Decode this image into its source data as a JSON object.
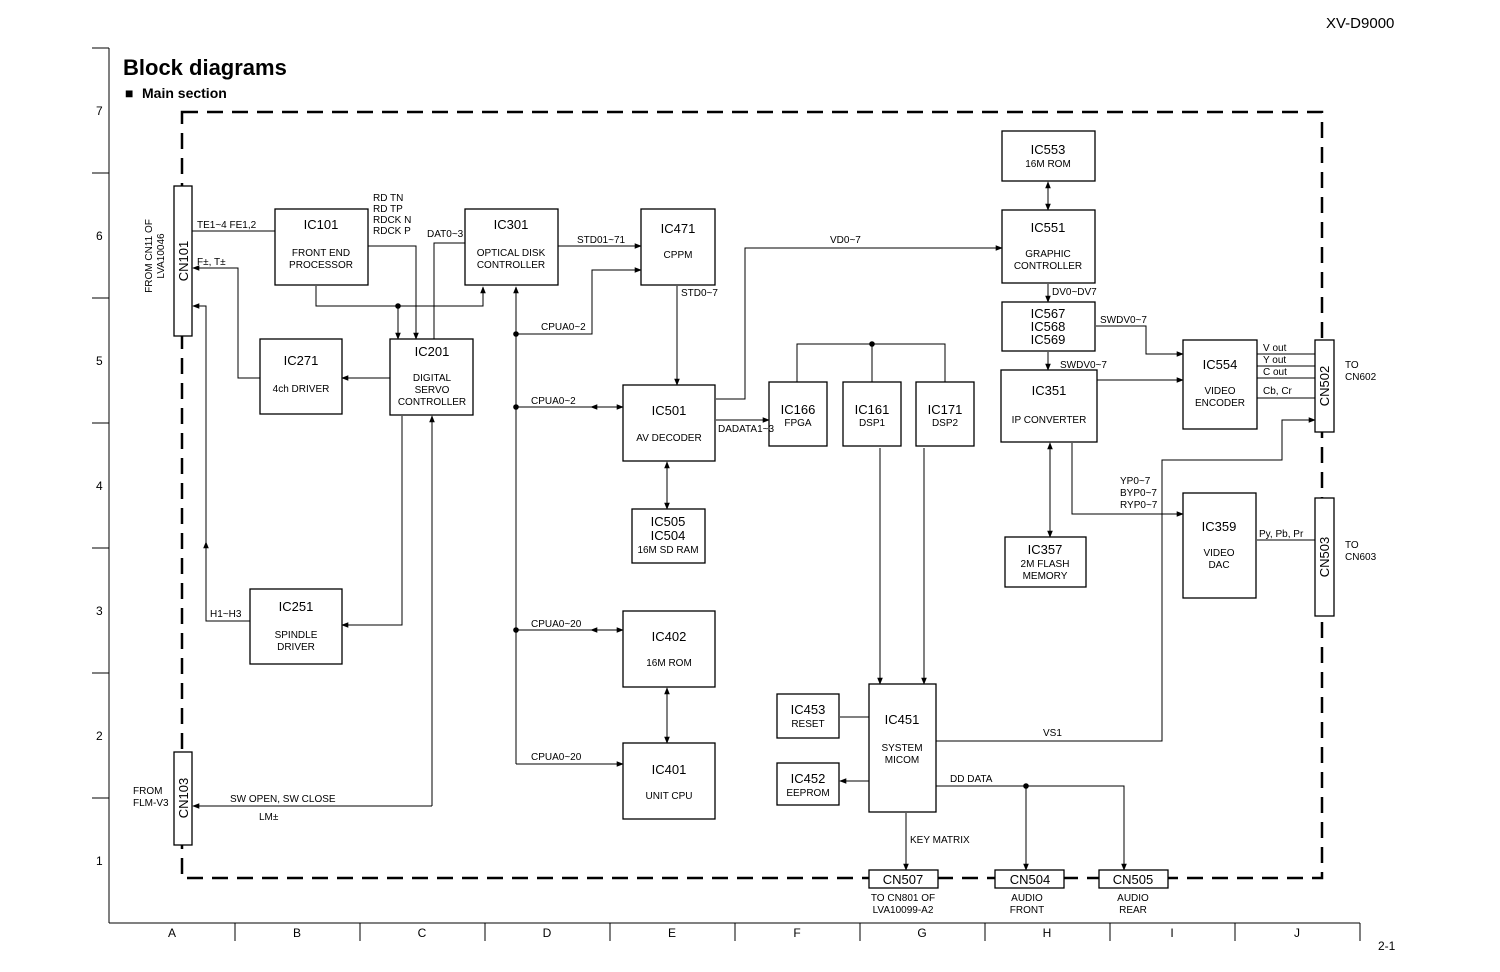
{
  "header": {
    "model": "XV-D9000",
    "title": "Block diagrams",
    "section_marker": "■",
    "section": "Main section",
    "page_number": "2-1"
  },
  "grid": {
    "rows": [
      "7",
      "6",
      "5",
      "4",
      "3",
      "2",
      "1"
    ],
    "cols": [
      "A",
      "B",
      "C",
      "D",
      "E",
      "F",
      "G",
      "H",
      "I",
      "J"
    ]
  },
  "blocks": {
    "ic101": [
      "IC101",
      "FRONT END",
      "PROCESSOR"
    ],
    "ic301": [
      "IC301",
      "OPTICAL DISK",
      "CONTROLLER"
    ],
    "ic471": [
      "IC471",
      "CPPM"
    ],
    "ic553": [
      "IC553",
      "16M ROM"
    ],
    "ic551": [
      "IC551",
      "GRAPHIC",
      "CONTROLLER"
    ],
    "ic567": [
      "IC567",
      "IC568",
      "IC569"
    ],
    "ic271": [
      "IC271",
      "4ch DRIVER"
    ],
    "ic201": [
      "IC201",
      "DIGITAL",
      "SERVO",
      "CONTROLLER"
    ],
    "ic501": [
      "IC501",
      "AV DECODER"
    ],
    "ic166": [
      "IC166",
      "FPGA"
    ],
    "ic161": [
      "IC161",
      "DSP1"
    ],
    "ic171": [
      "IC171",
      "DSP2"
    ],
    "ic351": [
      "IC351",
      "IP CONVERTER"
    ],
    "ic554": [
      "IC554",
      "VIDEO",
      "ENCODER"
    ],
    "ic505": [
      "IC505",
      "IC504",
      "16M SD RAM"
    ],
    "ic357": [
      "IC357",
      "2M FLASH",
      "MEMORY"
    ],
    "ic359": [
      "IC359",
      "VIDEO",
      "DAC"
    ],
    "ic251": [
      "IC251",
      "SPINDLE",
      "DRIVER"
    ],
    "ic402": [
      "IC402",
      "16M ROM"
    ],
    "ic453": [
      "IC453",
      "RESET"
    ],
    "ic451": [
      "IC451",
      "SYSTEM",
      "MICOM"
    ],
    "ic452": [
      "IC452",
      "EEPROM"
    ],
    "ic401": [
      "IC401",
      "UNIT CPU"
    ]
  },
  "connectors": {
    "cn101": "CN101",
    "cn103": "CN103",
    "cn502": "CN502",
    "cn503": "CN503",
    "cn507": "CN507",
    "cn504": "CN504",
    "cn505": "CN505"
  },
  "external_labels": {
    "cn101_from": [
      "FROM CN11 OF",
      "LVA10046"
    ],
    "cn103_from": [
      "FROM",
      "FLM-V3"
    ],
    "cn502_to": [
      "TO",
      "CN602"
    ],
    "cn503_to": [
      "TO",
      "CN603"
    ],
    "cn507_to": [
      "TO CN801 OF",
      "LVA10099-A2"
    ],
    "cn504_to": [
      "AUDIO",
      "FRONT"
    ],
    "cn505_to": [
      "AUDIO",
      "REAR"
    ]
  },
  "signals": {
    "te_fe": "TE1~4  FE1,2",
    "ft": "F±, T±",
    "rd": [
      "RD TN",
      "RD TP",
      "RDCK N",
      "RDCK P"
    ],
    "dat": "DAT0~3",
    "std01": "STD01~71",
    "std0": "STD0~7",
    "vd": "VD0~7",
    "dv": "DV0~DV7",
    "swdv_a": "SWDV0~7",
    "swdv_b": "SWDV0~7",
    "cpua_a": "CPUA0~2",
    "cpua_b": "CPUA0~2",
    "cpua_c": "CPUA0~20",
    "cpua_d": "CPUA0~20",
    "dadata": "DADATA1~3",
    "video_out": [
      "V out",
      "Y out",
      "C out",
      "Cb, Cr"
    ],
    "ypbpr": [
      "YP0~7",
      "BYP0~7",
      "RYP0~7"
    ],
    "pypbpr": "Py, Pb, Pr",
    "h": "H1~H3",
    "sw": "SW OPEN, SW CLOSE",
    "lm": "LM±",
    "vs1": "VS1",
    "dd": "DD DATA",
    "key": "KEY MATRIX"
  }
}
